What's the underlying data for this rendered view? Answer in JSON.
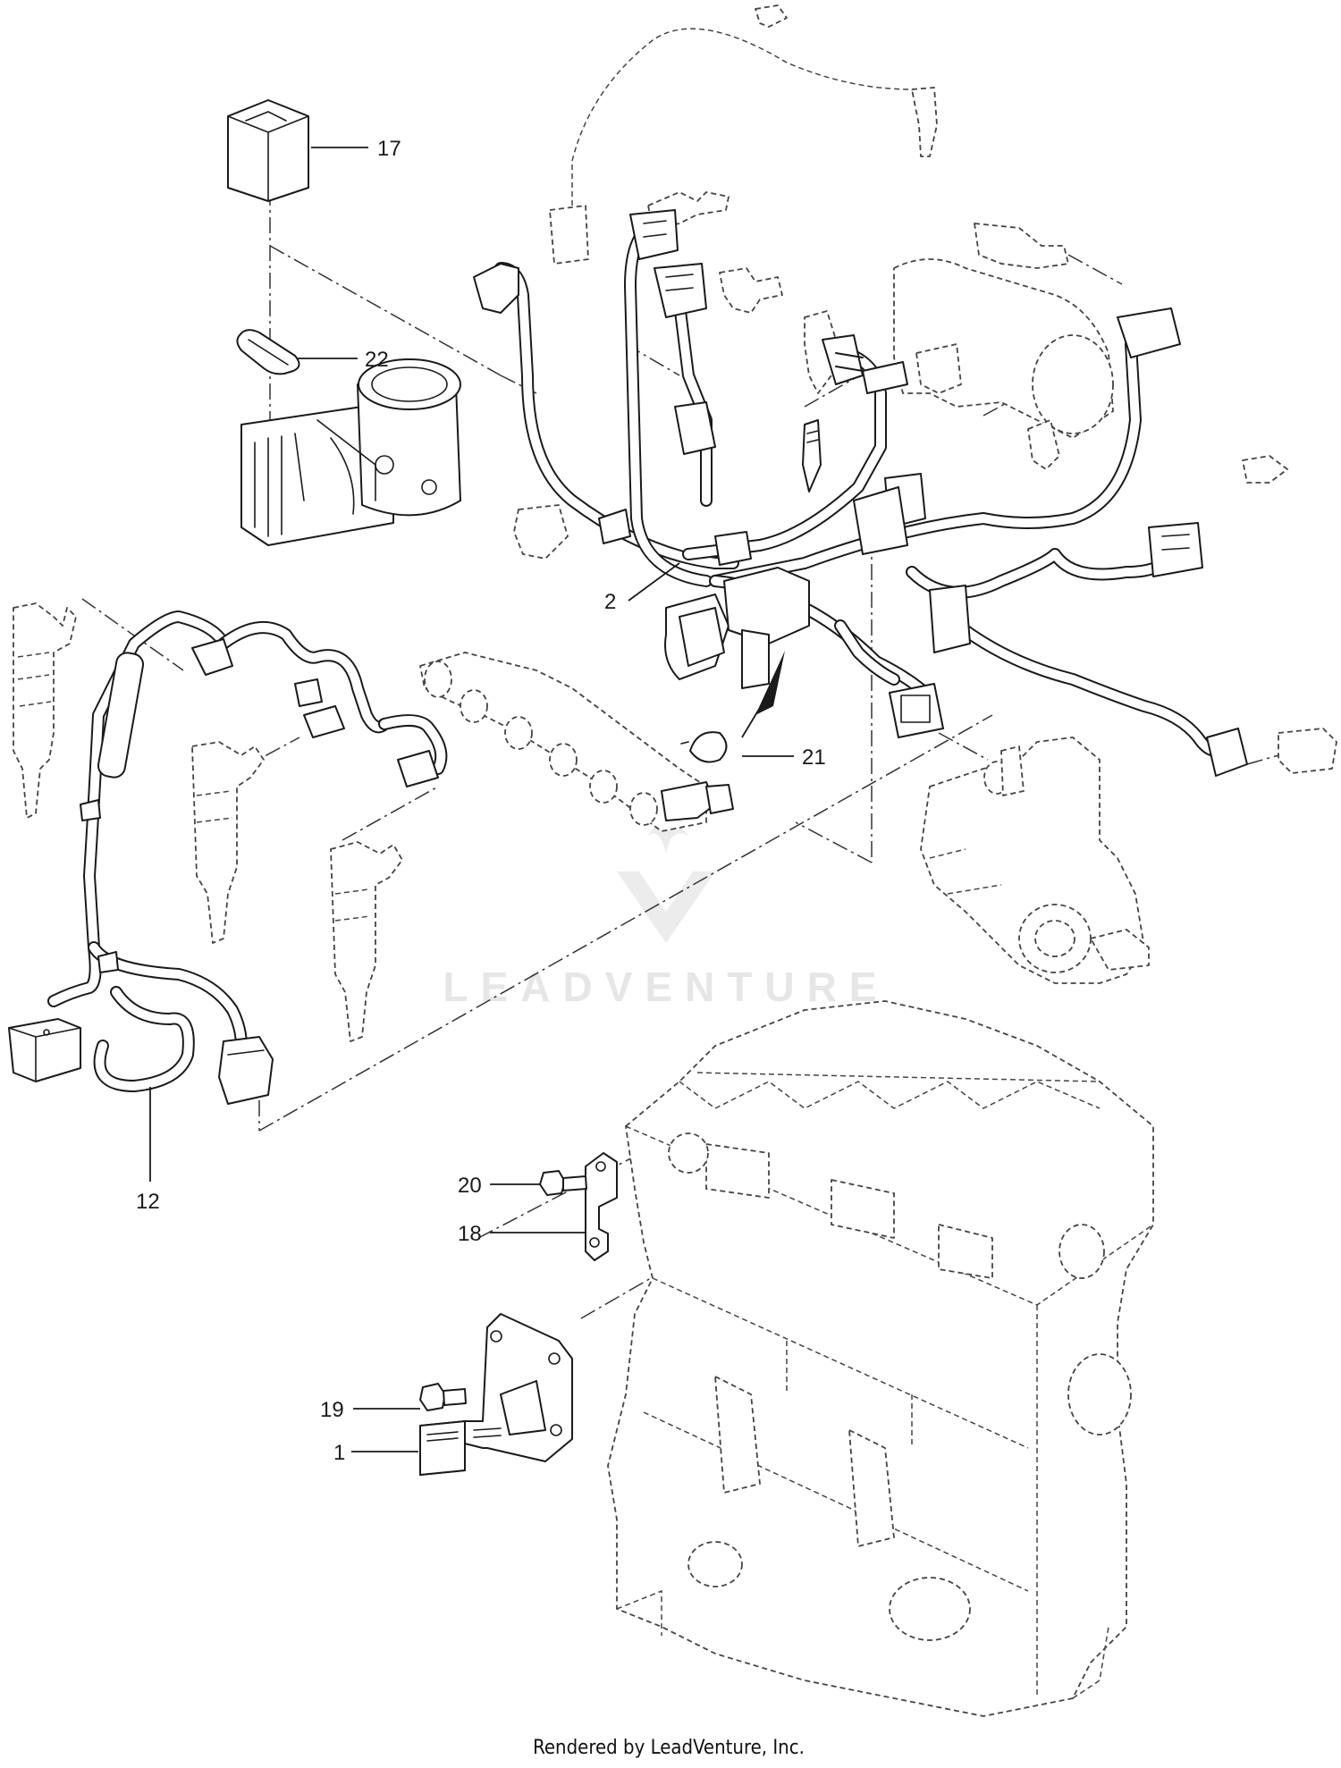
{
  "callouts": [
    {
      "id": "17",
      "label": "17"
    },
    {
      "id": "22",
      "label": "22"
    },
    {
      "id": "2",
      "label": "2"
    },
    {
      "id": "21",
      "label": "21"
    },
    {
      "id": "12",
      "label": "12"
    },
    {
      "id": "20",
      "label": "20"
    },
    {
      "id": "18",
      "label": "18"
    },
    {
      "id": "19",
      "label": "19"
    },
    {
      "id": "1",
      "label": "1"
    }
  ],
  "watermark": "LEADVENTURE",
  "footer": "Rendered by LeadVenture, Inc."
}
